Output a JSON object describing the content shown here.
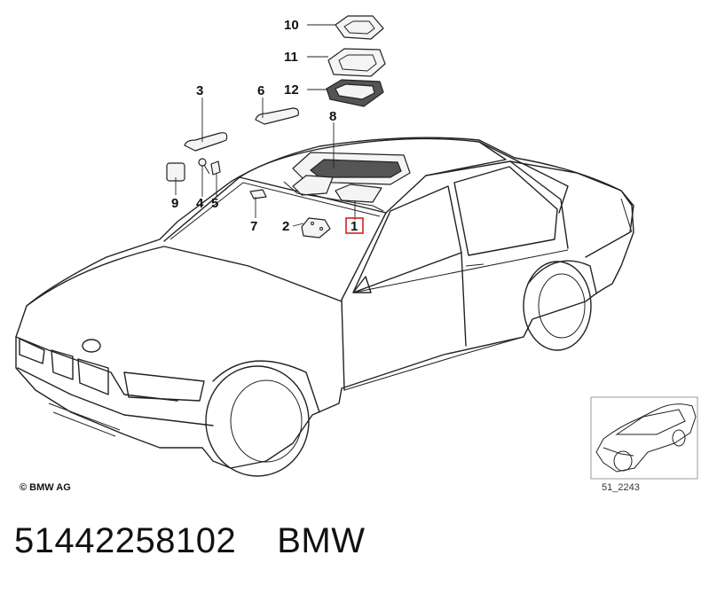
{
  "diagram": {
    "callouts": [
      {
        "id": "1",
        "highlighted": true
      },
      {
        "id": "2"
      },
      {
        "id": "3"
      },
      {
        "id": "4"
      },
      {
        "id": "5"
      },
      {
        "id": "6"
      },
      {
        "id": "7"
      },
      {
        "id": "8"
      },
      {
        "id": "9"
      },
      {
        "id": "10"
      },
      {
        "id": "11"
      },
      {
        "id": "12"
      }
    ],
    "copyright": "© BMW AG",
    "thumbnail_code": "51_2243",
    "highlight_color": "#d32020"
  },
  "caption": {
    "part_number": "51442258102",
    "brand": "BMW"
  }
}
